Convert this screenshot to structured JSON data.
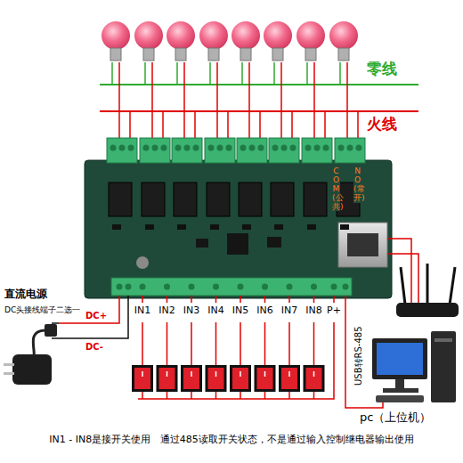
{
  "diagram": {
    "caption": "IN1 - IN8是接开关使用   通过485读取开关状态，不是通过输入控制继电器输出使用",
    "labels": [
      "零线",
      "火线",
      "COM(公共)",
      "NO(常开)",
      "直流电源",
      "DC头接线端子二选一",
      "DC+",
      "DC-",
      "IN1",
      "IN2",
      "IN3",
      "IN4",
      "IN5",
      "IN6",
      "IN7",
      "IN8",
      "P+",
      "USB转RS-485",
      "pc（上位机）"
    ]
  }
}
